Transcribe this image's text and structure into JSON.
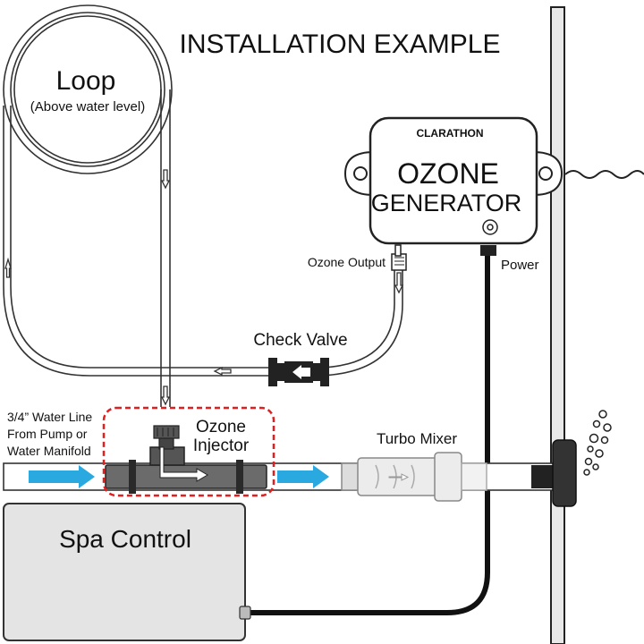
{
  "title": "INSTALLATION EXAMPLE",
  "loop": {
    "label": "Loop",
    "sublabel": "(Above water level)"
  },
  "generator": {
    "brand": "CLARATHON",
    "line1": "OZONE",
    "line2": "GENERATOR"
  },
  "labels": {
    "ozone_output": "Ozone Output",
    "power": "Power",
    "check_valve": "Check Valve",
    "water_line_1": "3/4” Water Line",
    "water_line_2": "From Pump or",
    "water_line_3": "Water Manifold",
    "ozone_injector_1": "Ozone",
    "ozone_injector_2": "Injector",
    "turbo_mixer": "Turbo Mixer",
    "spa_control": "Spa Control"
  },
  "colors": {
    "water_arrow": "#2aa8e0",
    "highlight_dash": "#e02020",
    "tube_fill": "#ffffff",
    "stroke": "#333333",
    "injector_body": "#666666",
    "spa_control_fill": "#e4e4e4",
    "power_cable": "#111111"
  }
}
